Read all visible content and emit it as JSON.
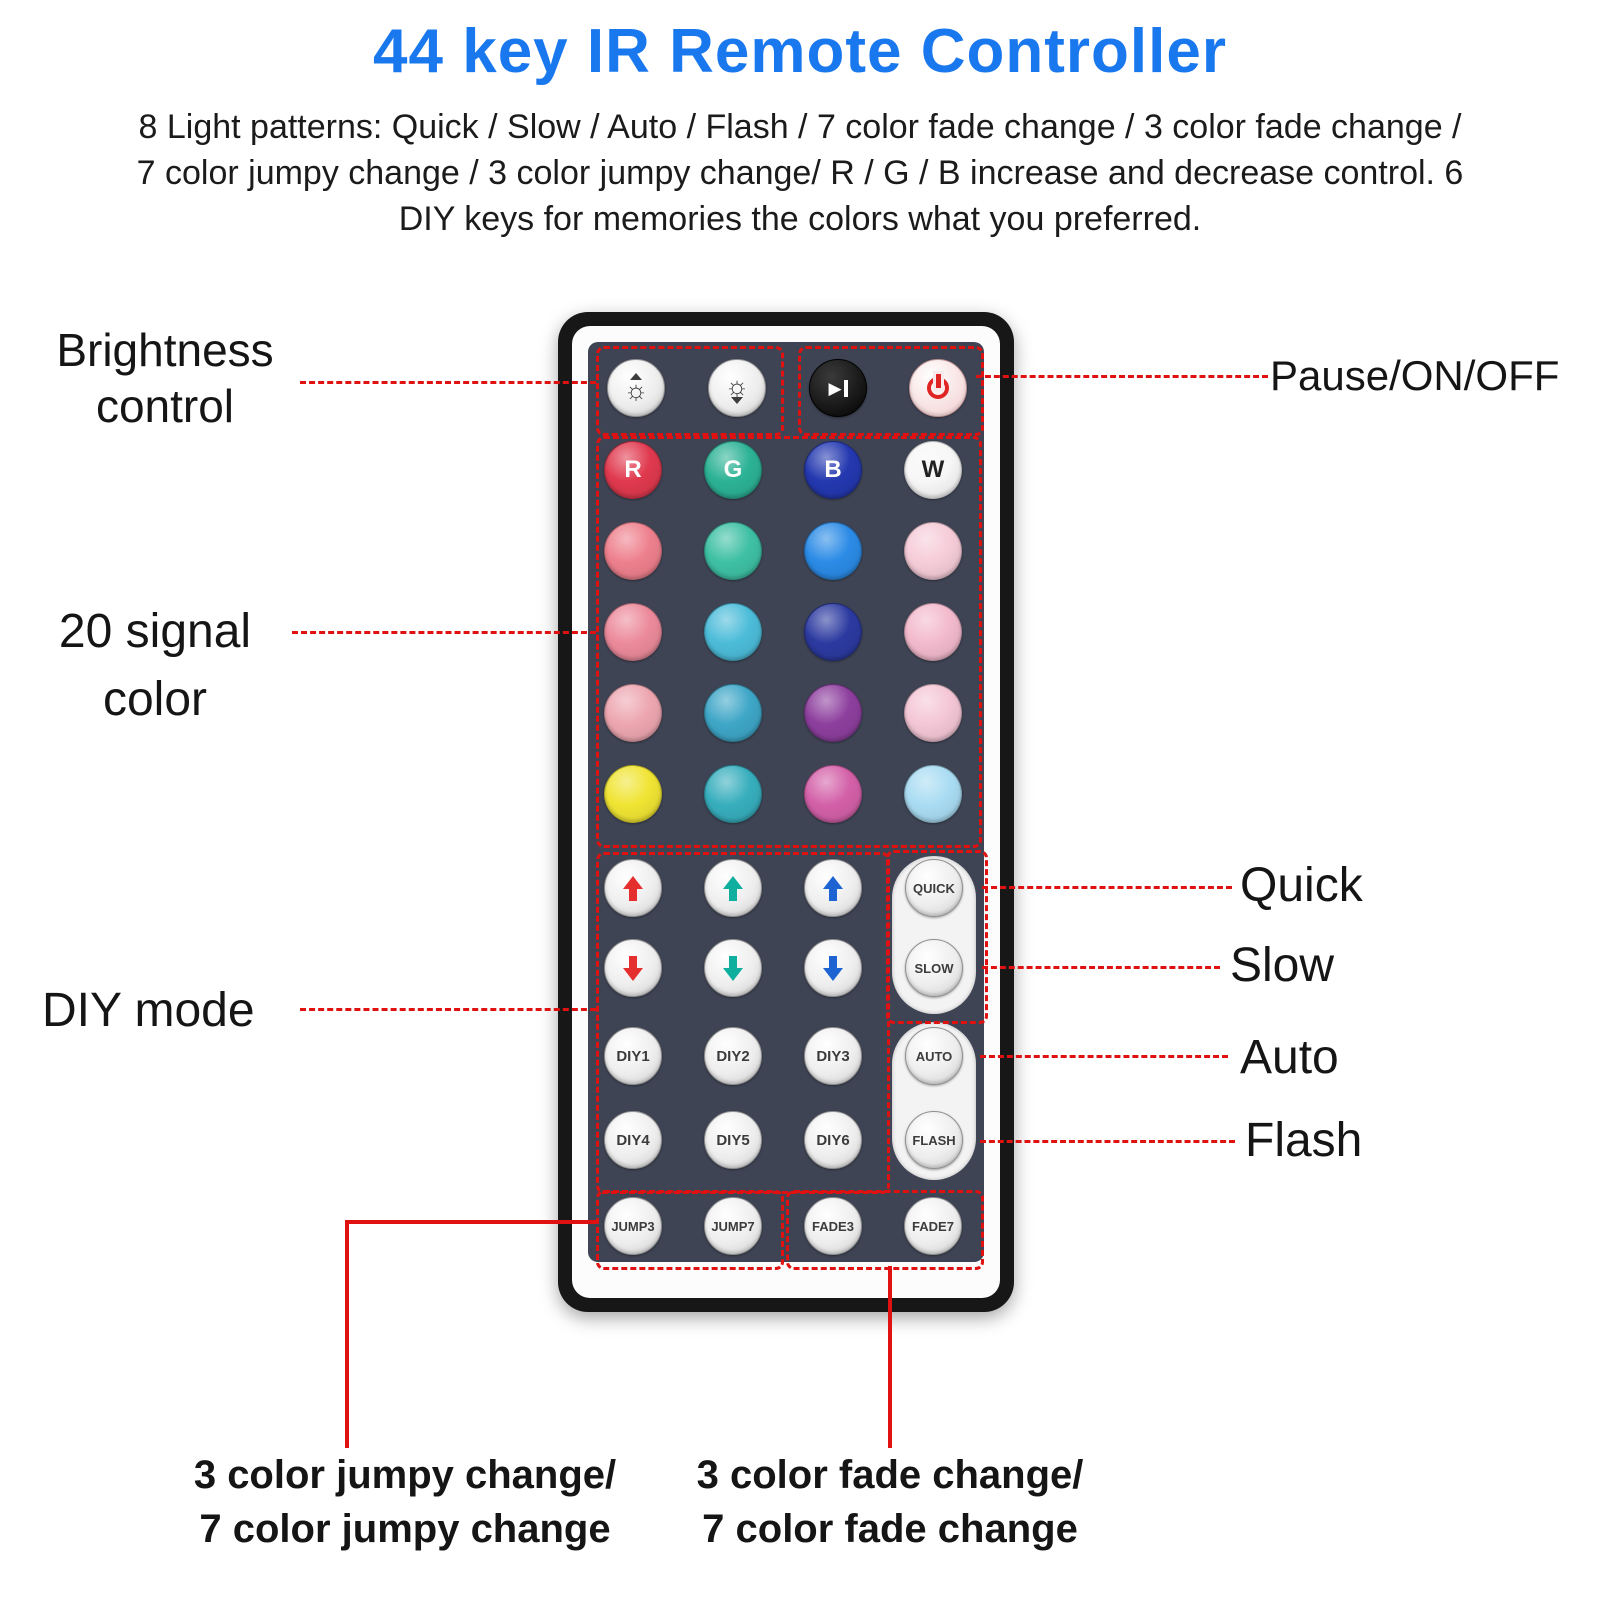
{
  "title": "44 key IR Remote Controller",
  "description": [
    "8 Light patterns: Quick / Slow / Auto / Flash / 7 color fade change / 3 color fade change /",
    "7 color jumpy change / 3 color jumpy change/ R / G / B increase and decrease control. 6",
    "DIY keys for memories the colors what you preferred."
  ],
  "colors": {
    "title_blue": "#1a78ee",
    "annotation_red": "#e01111",
    "remote_panel": "#3e4454",
    "remote_body": "#171717"
  },
  "annotations": {
    "brightness": [
      "Brightness",
      "control"
    ],
    "pause": "Pause/ON/OFF",
    "signal": [
      "20 signal",
      "color"
    ],
    "diy": "DIY mode",
    "quick": "Quick",
    "slow": "Slow",
    "auto": "Auto",
    "flash": "Flash",
    "jumpy": [
      "3 color jumpy change/",
      "7 color jumpy change"
    ],
    "fade": [
      "3 color fade change/",
      "7 color fade change"
    ]
  },
  "remote": {
    "brightness_up_icon": "☼",
    "brightness_down_icon": "☼",
    "letters": [
      "R",
      "G",
      "B",
      "W"
    ],
    "grid": [
      "#e0394e",
      "#2cb295",
      "#2438b0",
      "#f7f7f7",
      "#ee808d",
      "#3ec0a4",
      "#2b8be6",
      "#f6ccd9",
      "#ec8a9b",
      "#4cbcd9",
      "#2c3aa0",
      "#f3bacd",
      "#eda6b0",
      "#3ea6c7",
      "#8d3f9e",
      "#f4c6d6",
      "#f0e433",
      "#37aebd",
      "#d360a8",
      "#a9dcf3"
    ],
    "arrow_colors": [
      "#e52f2f",
      "#0faf9f",
      "#1d63d1"
    ],
    "diy_labels": [
      "DIY1",
      "DIY2",
      "DIY3",
      "DIY4",
      "DIY5",
      "DIY6"
    ],
    "side_labels": [
      "QUICK",
      "SLOW",
      "AUTO",
      "FLASH"
    ],
    "bottom_labels": [
      "JUMP3",
      "JUMP7",
      "FADE3",
      "FADE7"
    ]
  }
}
